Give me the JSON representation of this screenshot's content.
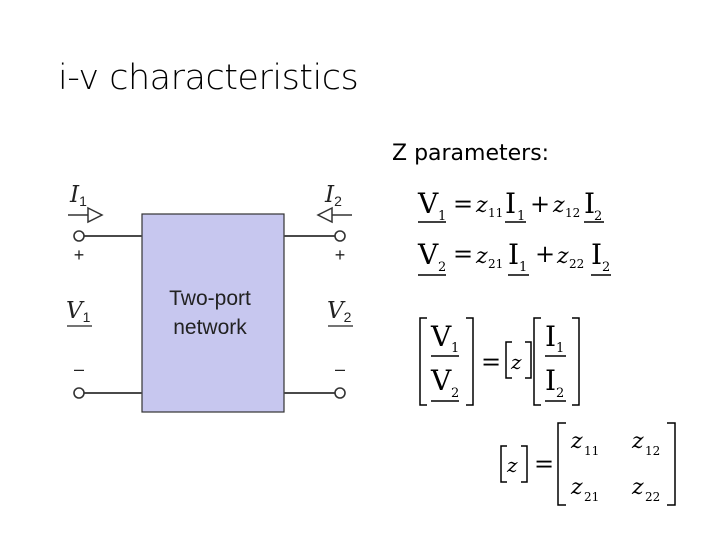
{
  "slide": {
    "title": "i-v characteristics",
    "subtitle": "Z parameters:"
  },
  "diagram": {
    "box_line1": "Two-port",
    "box_line2": "network",
    "I1_symbol": "I",
    "I1_sub": "1",
    "I2_symbol": "I",
    "I2_sub": "2",
    "V1_symbol": "V",
    "V1_sub": "1",
    "V2_symbol": "V",
    "V2_sub": "2",
    "plus": "+",
    "minus": "–",
    "box_color": "#c7c7ef",
    "wire_color": "#4a4a4a"
  },
  "equations": {
    "V": "V",
    "I": "I",
    "z": "z",
    "eq": "=",
    "plus": "+",
    "s1": "1",
    "s2": "2",
    "s11": "11",
    "s12": "12",
    "s21": "21",
    "s22": "22"
  }
}
